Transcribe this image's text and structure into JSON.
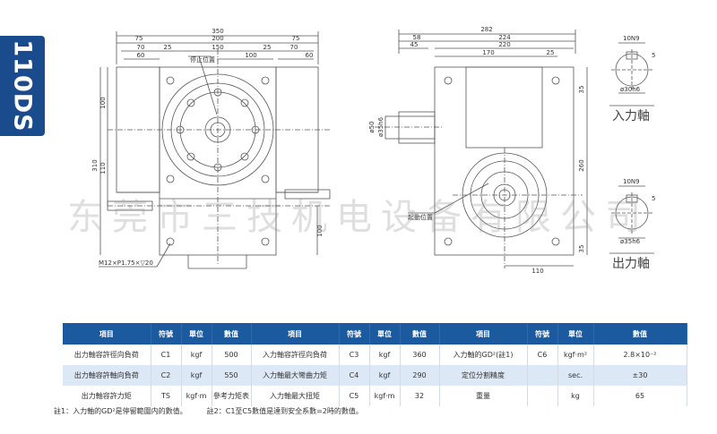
{
  "model": "110DS",
  "watermark": "东莞市三技机电设备有限公司",
  "front_view": {
    "dims": {
      "overall": "350",
      "a": "75",
      "b": "200",
      "c": "75",
      "d": "70",
      "e": "25",
      "f": "150",
      "g": "25",
      "h": "70",
      "i": "60",
      "j": "100",
      "k": "60",
      "v1": "100",
      "v2": "110",
      "v3": "310",
      "v4": "100"
    },
    "stop_label": "停止位置",
    "thread_label": "M12×P1.75×▽20"
  },
  "side_view": {
    "dims": {
      "overall": "282",
      "a": "58",
      "b": "224",
      "c": "45",
      "d": "220",
      "e": "170",
      "f": "25",
      "g": "35",
      "h": "260",
      "i": "35",
      "j": "110",
      "bore1": "ø50",
      "bore2": "ø35h6"
    },
    "origin_label": "起動位置"
  },
  "input_shaft": {
    "key": "10N9",
    "dim1": "5",
    "dim2": "ø30h6",
    "label": "入力軸"
  },
  "output_shaft": {
    "key": "10N9",
    "dim1": "5",
    "dim2": "ø35h6",
    "label": "出力軸"
  },
  "table": {
    "headers": [
      "項目",
      "符號",
      "單位",
      "數值",
      "項目",
      "符號",
      "單位",
      "數值",
      "項目",
      "符號",
      "單位",
      "數值"
    ],
    "rows": [
      [
        "出力軸容許徑向負荷",
        "C1",
        "kgf",
        "500",
        "入力軸容許徑向負荷",
        "C3",
        "kgf",
        "360",
        "入力軸的GD²(註1)",
        "C6",
        "kgf·m²",
        "2.8×10⁻²"
      ],
      [
        "出力軸容許軸向負荷",
        "C2",
        "kgf",
        "550",
        "入力軸最大彎曲力矩",
        "C4",
        "kgf",
        "290",
        "定位分割精度",
        "",
        "sec.",
        "±30"
      ],
      [
        "出力軸容許力矩",
        "TS",
        "kgf·m",
        "參考力矩表",
        "入力軸最大扭矩",
        "C5",
        "kgf·m",
        "32",
        "重量",
        "",
        "kg",
        "65"
      ]
    ]
  },
  "notes": {
    "n1": "註1：入力軸的GD²是停留範圍内的數值。",
    "n2": "註2：C1至C5數值是達到安全系數=2時的數值。"
  }
}
